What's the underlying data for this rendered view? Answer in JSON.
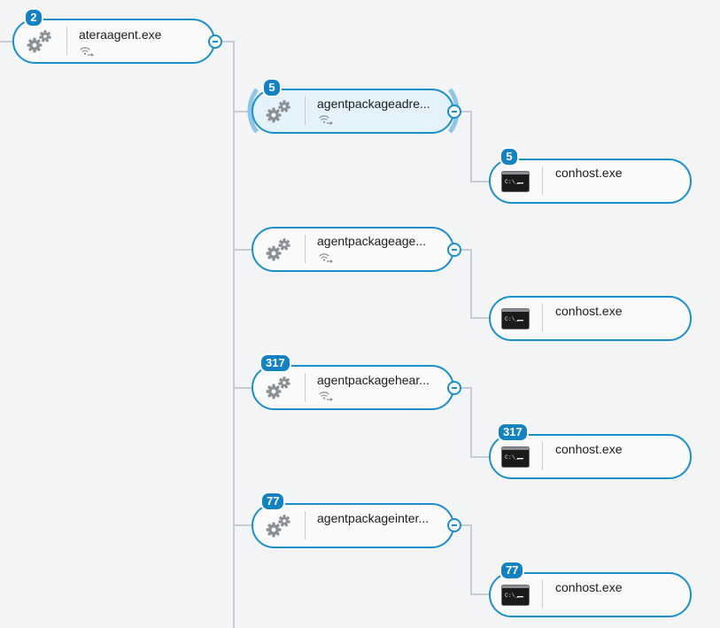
{
  "colors": {
    "accent": "#1a8fc9",
    "badge": "#1282c2",
    "connector": "#c5ccd3",
    "selected_bg": "#e3f2fb"
  },
  "root": {
    "name": "ateraagent.exe",
    "count": "2",
    "icon": "gears-icon",
    "network": true
  },
  "children": [
    {
      "name": "agentpackageadre...",
      "count": "5",
      "icon": "gears-icon",
      "network": true,
      "selected": true,
      "child": {
        "name": "conhost.exe",
        "count": "5",
        "icon": "terminal-icon"
      }
    },
    {
      "name": "agentpackageage...",
      "count": "",
      "icon": "gears-icon",
      "network": true,
      "selected": false,
      "child": {
        "name": "conhost.exe",
        "count": "",
        "icon": "terminal-icon"
      }
    },
    {
      "name": "agentpackagehear...",
      "count": "317",
      "icon": "gears-icon",
      "network": true,
      "selected": false,
      "child": {
        "name": "conhost.exe",
        "count": "317",
        "icon": "terminal-icon"
      }
    },
    {
      "name": "agentpackageinter...",
      "count": "77",
      "icon": "gears-icon",
      "network": false,
      "selected": false,
      "child": {
        "name": "conhost.exe",
        "count": "77",
        "icon": "terminal-icon"
      }
    }
  ]
}
